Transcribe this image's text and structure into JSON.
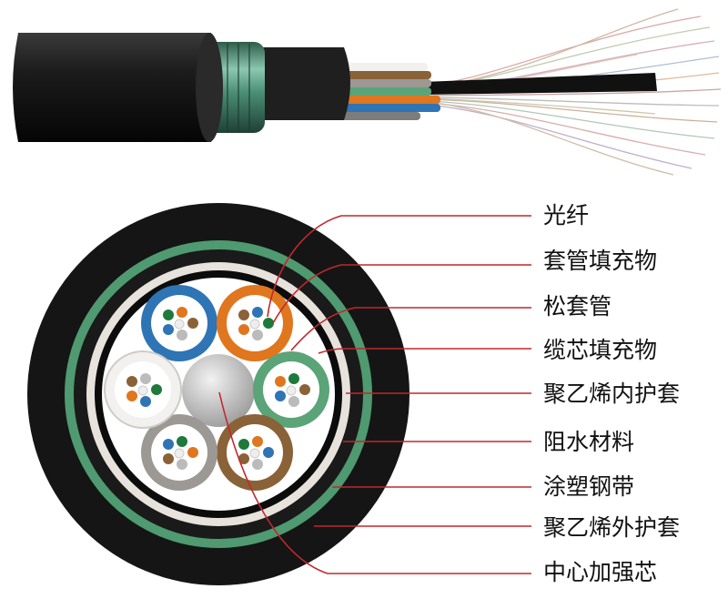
{
  "labels": {
    "optical_fiber": "光纤",
    "tube_filler": "套管填充物",
    "loose_tube": "松套管",
    "core_filler": "缆芯填充物",
    "pe_inner_sheath": "聚乙烯内护套",
    "water_blocking": "阻水材料",
    "coated_steel_tape": "涂塑钢带",
    "pe_outer_sheath": "聚乙烯外护套",
    "central_strength_member": "中心加强芯"
  },
  "colors": {
    "outer_sheath": "#151515",
    "steel_tape": "#4f9a70",
    "inner_sheath": "#1a1a1a",
    "water_blocking": "#e7e2dc",
    "leader_line": "#c0282d",
    "tube_blue": "#2f74b5",
    "tube_orange": "#e0761e",
    "tube_green": "#5aa478",
    "tube_brown": "#8a6238",
    "tube_gray": "#9c9893",
    "tube_white": "#f2f1ef",
    "center_member": "#c9c9c9"
  }
}
